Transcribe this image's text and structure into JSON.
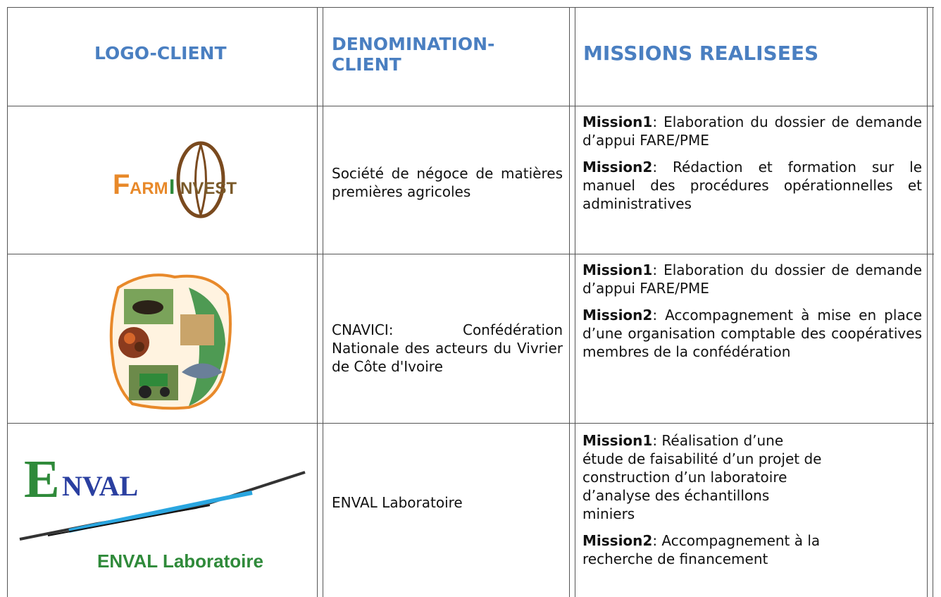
{
  "header": {
    "logo_col": "LOGO-CLIENT",
    "denom_col": "DENOMINATION-CLIENT",
    "missions_col": "MISSIONS REALISEES"
  },
  "rows": [
    {
      "logo": {
        "type": "farminvest",
        "text_farm": "ARM",
        "text_invest": "NVEST",
        "letter_f": "F",
        "letter_i": "I"
      },
      "denomination": "Société de négoce de matières premières agricoles",
      "missions": [
        {
          "label": "Mission1",
          "text": ": Elaboration du dossier de demande d’appui FARE/PME"
        },
        {
          "label": "Mission2",
          "text": ": Rédaction et formation sur le manuel des procédures opérationnelles et administratives"
        }
      ]
    },
    {
      "logo": {
        "type": "cnavici",
        "colors": {
          "orange": "#e8892a",
          "green": "#2f8a3a",
          "cream": "#fff3e0"
        }
      },
      "denomination": "CNAVICI: Confédération Nationale des acteurs du Vivrier de Côte d'Ivoire",
      "missions": [
        {
          "label": "Mission1",
          "text": ": Elaboration du dossier de demande d’appui FARE/PME"
        },
        {
          "label": "Mission2",
          "text": ": Accompagnement à mise en place d’une organisation comptable des coopératives membres de la confédération"
        }
      ]
    },
    {
      "logo": {
        "type": "enval",
        "big_letter": "E",
        "letters": "NVAL",
        "subtitle": "ENVAL Laboratoire"
      },
      "denomination": "ENVAL Laboratoire",
      "missions": [
        {
          "label": "Mission1",
          "text": ": Réalisation d’une étude de faisabilité d’un projet de construction d’un laboratoire d’analyse des échantillons miniers"
        },
        {
          "label": "Mission2",
          "text": ": Accompagnement à la recherche de financement"
        }
      ]
    }
  ]
}
